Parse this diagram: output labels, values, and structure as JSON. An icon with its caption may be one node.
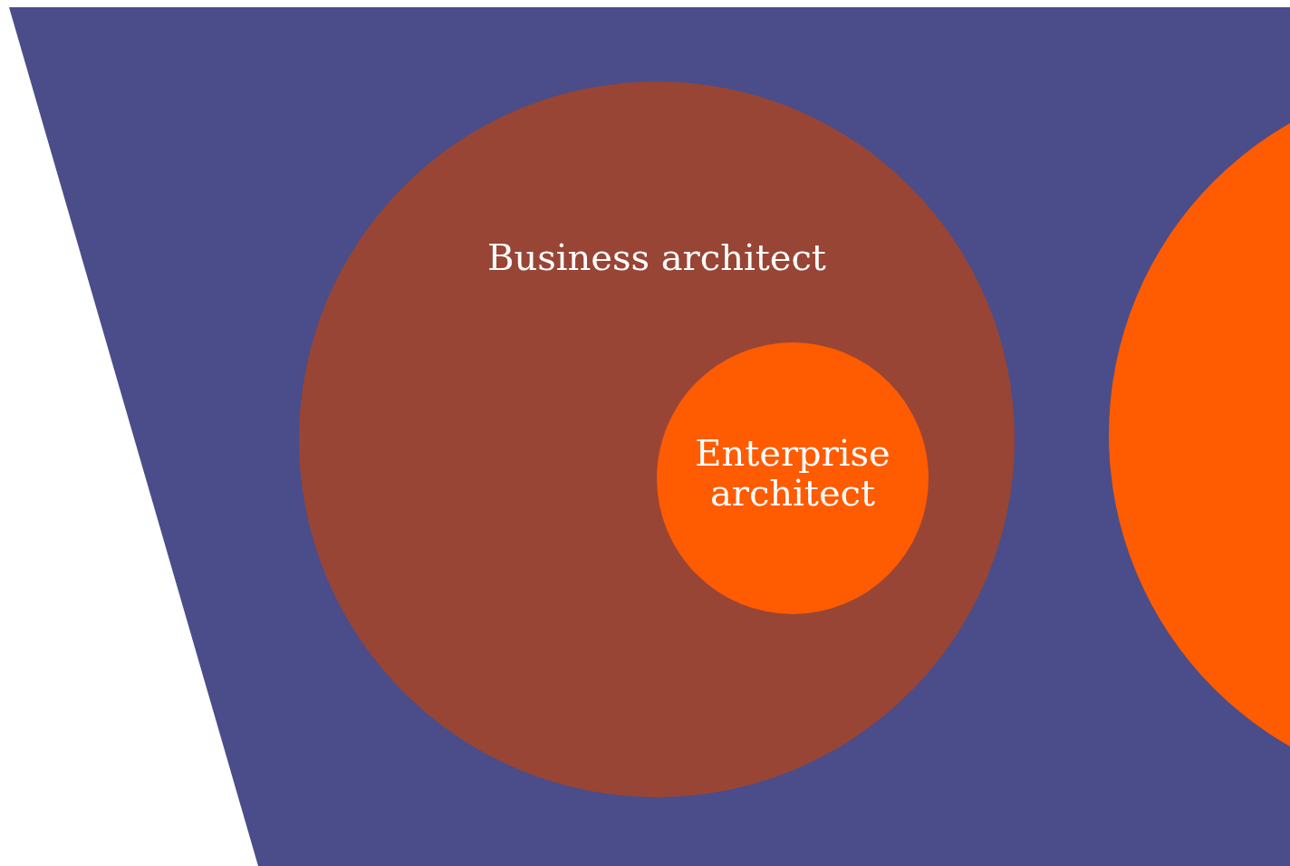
{
  "diagram": {
    "nodes": [
      {
        "text": [
          "Business architect"
        ]
      },
      {
        "text": [
          "Enterprise architect"
        ],
        "in": 0
      },
      {
        "text": [],
        "shape": "circle"
      }
    ]
  }
}
